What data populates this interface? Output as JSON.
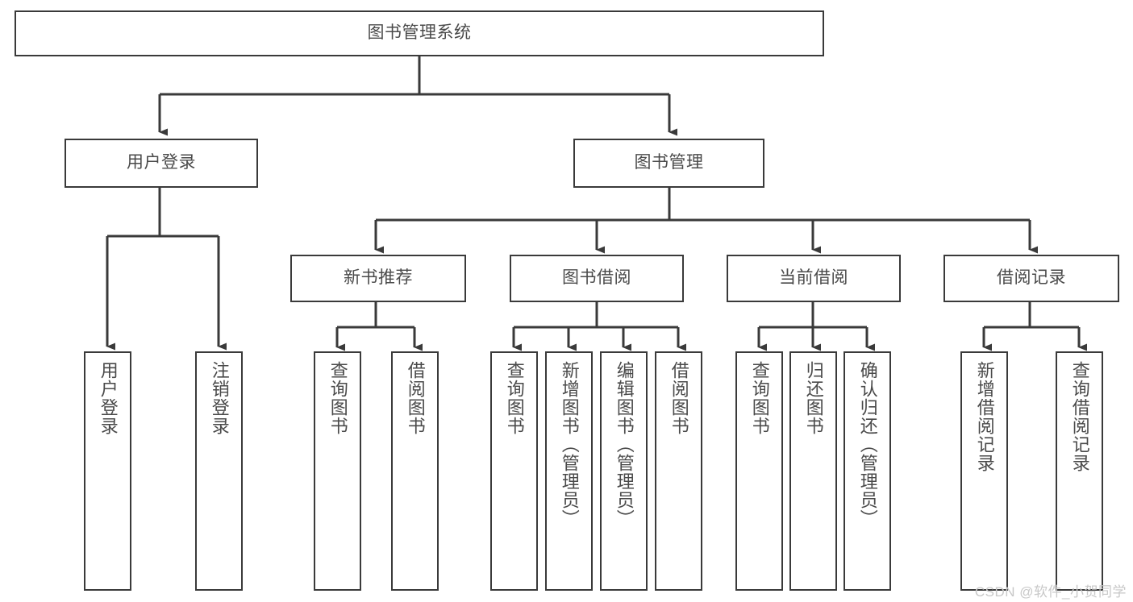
{
  "diagram": {
    "title": "图书管理系统",
    "watermark": "CSDN @软件_小贺同学",
    "colors": {
      "box_border": "#3a3a3a",
      "text": "#4a4a4a",
      "edge": "#3a3a3a",
      "background": "#ffffff",
      "watermark": "#c8c8c8"
    },
    "root": {
      "label": "图书管理系统"
    },
    "level2": [
      {
        "label": "用户登录"
      },
      {
        "label": "图书管理"
      }
    ],
    "level3": [
      {
        "label": "新书推荐"
      },
      {
        "label": "图书借阅"
      },
      {
        "label": "当前借阅"
      },
      {
        "label": "借阅记录"
      }
    ],
    "leaves": {
      "user_login": [
        {
          "label": "用户登录"
        },
        {
          "label": "注销登录"
        }
      ],
      "new_book_recommend": [
        {
          "label": "查询图书"
        },
        {
          "label": "借阅图书"
        }
      ],
      "book_borrow": [
        {
          "label": "查询图书"
        },
        {
          "label": "新增图书（管理员）"
        },
        {
          "label": "编辑图书（管理员）"
        },
        {
          "label": "借阅图书"
        }
      ],
      "current_borrow": [
        {
          "label": "查询图书"
        },
        {
          "label": "归还图书"
        },
        {
          "label": "确认归还（管理员）"
        }
      ],
      "borrow_record": [
        {
          "label": "新增借阅记录"
        },
        {
          "label": "查询借阅记录"
        }
      ]
    }
  }
}
